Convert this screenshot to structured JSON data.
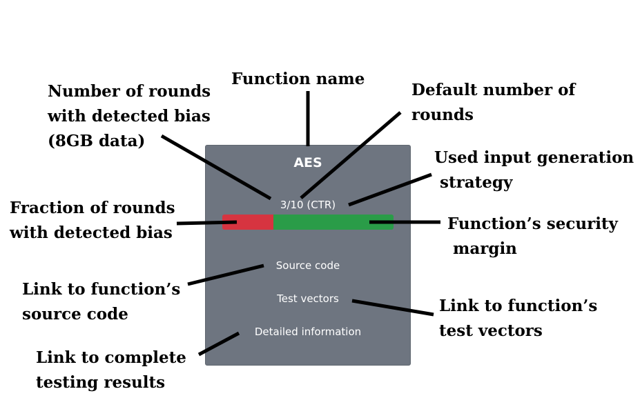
{
  "card": {
    "title": "AES",
    "rounds_biased": "3",
    "rounds_sep": "/",
    "rounds_total": "10",
    "mode_open": " (",
    "mode_main": "CTR",
    "mode_last": "",
    "mode_close": ")",
    "bias_fraction": 0.3,
    "links": {
      "source_code": "Source code",
      "test_vectors": "Test vectors",
      "detailed_info": "Detailed information"
    },
    "colors": {
      "background": "#6e7580",
      "bias_bar": "#d63440",
      "margin_bar": "#2a9c48",
      "mode_accent": "#6aaaf0"
    }
  },
  "annotations": {
    "function_name": "Function name",
    "rounds_detected_bias": "Number of rounds\nwith detected bias\n(8GB data)",
    "default_rounds": "Default number of\nrounds",
    "input_strategy": "Used input generation\n strategy",
    "fraction_bias": "Fraction of rounds\nwith detected bias",
    "security_margin": "Function’s security\n margin",
    "link_source": "Link to function’s\nsource code",
    "link_vectors": "Link to function’s\ntest vectors",
    "link_results": "Link to complete\ntesting results"
  }
}
